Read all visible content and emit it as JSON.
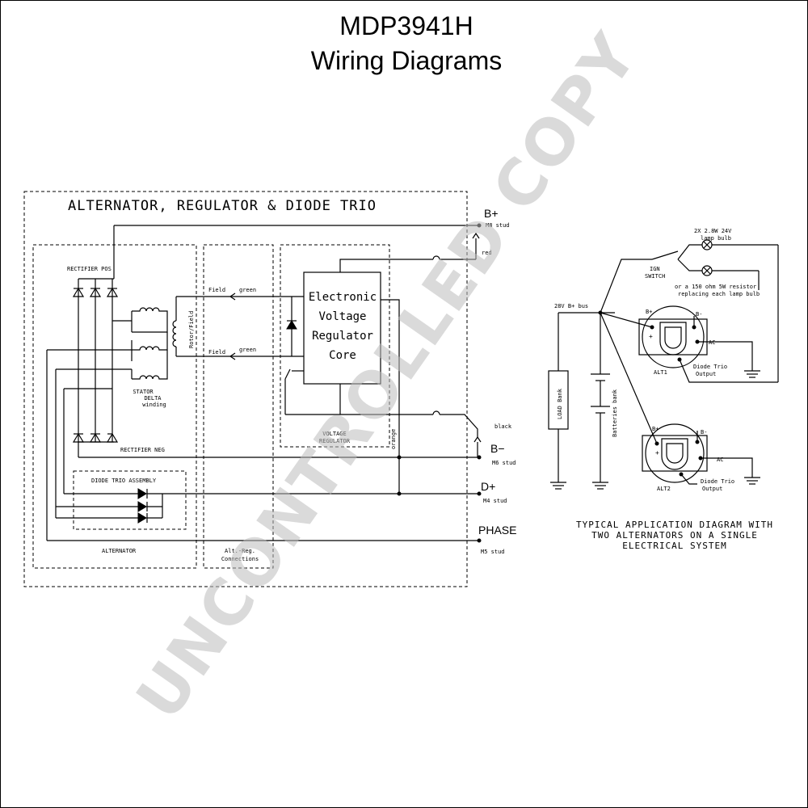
{
  "header": {
    "title": "MDP3941H",
    "subtitle": "Wiring Diagrams"
  },
  "watermark": "UNCONTROLLED COPY",
  "left": {
    "title": "ALTERNATOR, REGULATOR & DIODE TRIO",
    "rectifier_pos": "RECTIFIER POS",
    "rectifier_neg": "RECTIFIER NEG",
    "stator": [
      "STATOR",
      "DELTA",
      "winding"
    ],
    "rotor": "Rotor/Field",
    "field1": "Field",
    "field2": "Field",
    "green1": "green",
    "green2": "green",
    "core": [
      "Electronic",
      "Voltage",
      "Regulator",
      "Core"
    ],
    "vr": [
      "VOLTAGE",
      "REGULATOR"
    ],
    "orange": "orange",
    "red": "red",
    "black": "black",
    "diode_trio": "DIODE TRIO ASSEMBLY",
    "alternator": "ALTERNATOR",
    "alt_reg": [
      "Alt.-Reg.",
      "Connections"
    ],
    "terminals": {
      "bplus": "B+",
      "bplus_stud": "M8 stud",
      "bminus": "B−",
      "bminus_stud": "M6 stud",
      "dplus": "D+",
      "dplus_stud": "M4 stud",
      "phase": "PHASE",
      "phase_stud": "M5 stud"
    }
  },
  "right": {
    "lamp_label": [
      "2X 2.8W 24V",
      "lamp bulb"
    ],
    "resistor_label": [
      "or a 150 ohm 5W resistor",
      "replacing each lamp bulb"
    ],
    "ign": [
      "IGN",
      "SWITCH"
    ],
    "bus": "28V B+ bus",
    "load": "LOAD Bank",
    "batteries": "Batteries bank",
    "alt1": {
      "bplus": "B+",
      "bminus": "B-",
      "ac": "AC",
      "name": "ALT1",
      "trio": [
        "Diode Trio",
        "Output"
      ],
      "plus": "+"
    },
    "alt2": {
      "bplus": "B+",
      "bminus": "B-",
      "ac": "AC",
      "name": "ALT2",
      "trio": [
        "Diode Trio",
        "Output"
      ],
      "plus": "+"
    },
    "caption": [
      "TYPICAL APPLICATION DIAGRAM WITH",
      "TWO ALTERNATORS ON A SINGLE",
      "ELECTRICAL SYSTEM"
    ]
  }
}
